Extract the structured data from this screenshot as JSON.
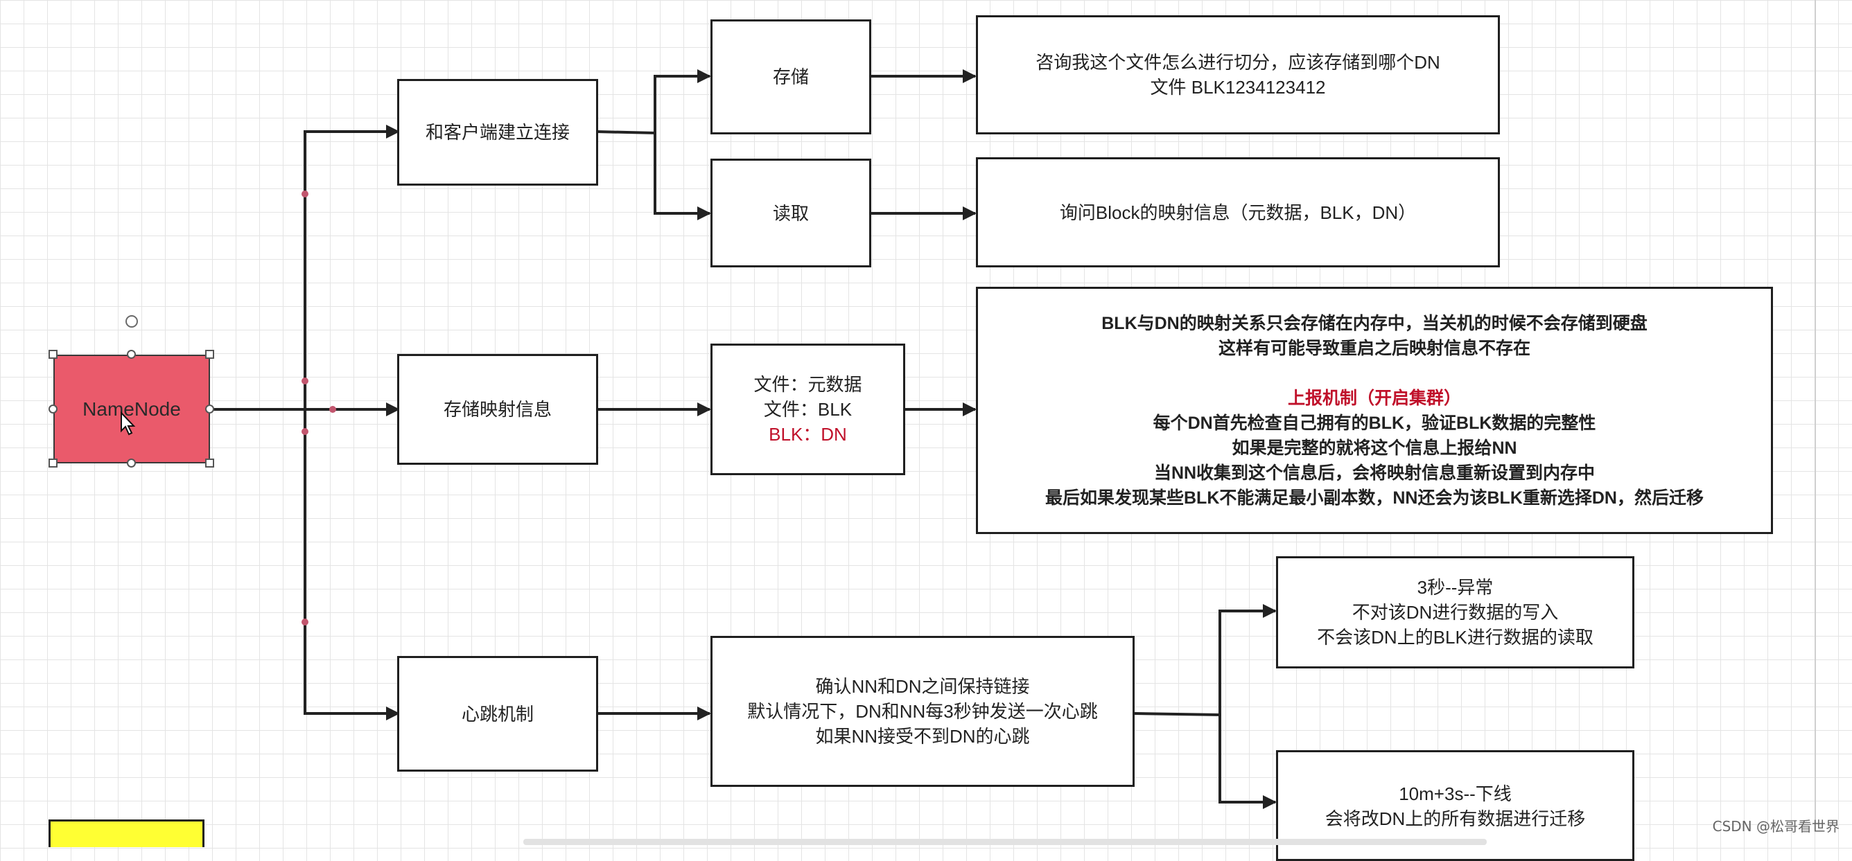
{
  "nodes": {
    "namenode": "NameNode",
    "client_connect": "和客户端建立连接",
    "store": "存储",
    "read": "读取",
    "store_detail": [
      "咨询我这个文件怎么进行切分，应该存储到哪个DN",
      "文件  BLK1234123412"
    ],
    "read_detail": [
      "询问Block的映射信息（元数据，BLK，DN）"
    ],
    "mapping": "存储映射信息",
    "mapping_detail": [
      "文件：元数据",
      "文件：BLK",
      "BLK：DN"
    ],
    "mapping_note": [
      "BLK与DN的映射关系只会存储在内存中，当关机的时候不会存储到硬盘",
      "这样有可能导致重启之后映射信息不存在",
      "",
      "上报机制（开启集群）",
      "每个DN首先检查自己拥有的BLK，验证BLK数据的完整性",
      "如果是完整的就将这个信息上报给NN",
      "当NN收集到这个信息后，会将映射信息重新设置到内存中",
      "最后如果发现某些BLK不能满足最小副本数，NN还会为该BLK重新选择DN，然后迁移"
    ],
    "heartbeat": "心跳机制",
    "heartbeat_detail": [
      "确认NN和DN之间保持链接",
      "默认情况下，DN和NN每3秒钟发送一次心跳",
      "如果NN接受不到DN的心跳"
    ],
    "heartbeat_3s": [
      "3秒--异常",
      "不对该DN进行数据的写入",
      "不会该DN上的BLK进行数据的读取"
    ],
    "heartbeat_10m": [
      "10m+3s--下线",
      "会将改DN上的所有数据进行迁移"
    ]
  },
  "colors": {
    "namenode_fill": "#ea5a6b",
    "emphasis_red": "#c0102a",
    "connector": "#222222",
    "grid": "#e4e4e4",
    "highlight_box": "#ffff33"
  },
  "watermark": "CSDN @松哥看世界"
}
